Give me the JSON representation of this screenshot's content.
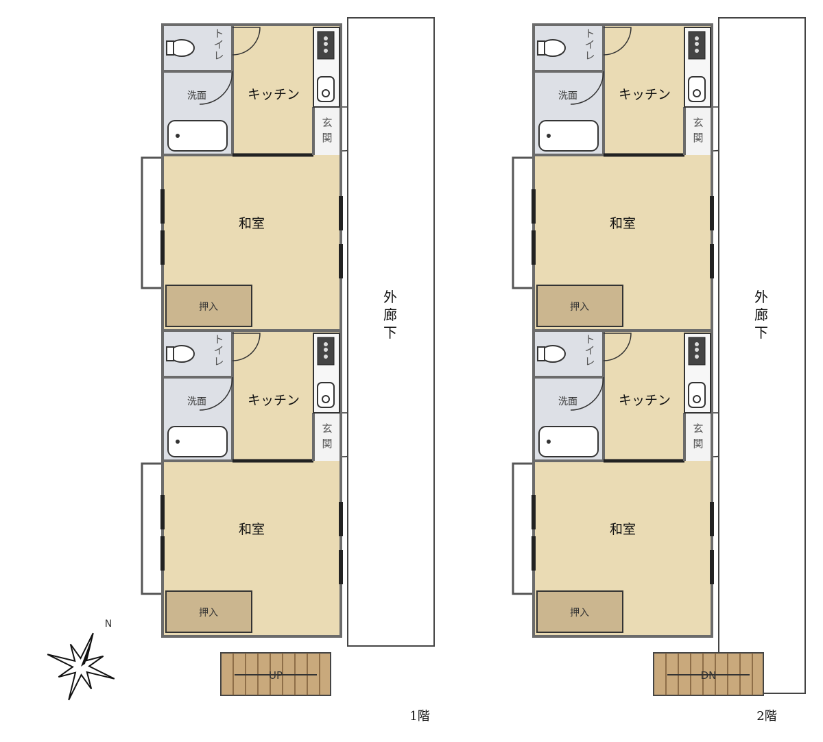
{
  "colors": {
    "room": "#eadbb4",
    "wet": "#dde0e6",
    "closet": "#cbb68f",
    "wall": "#6b6b6b",
    "stairs": "#c9a97c"
  },
  "labels": {
    "kitchen": "キッチン",
    "washroom": "洗面",
    "toilet": "トイレ",
    "entrance": "玄関",
    "washitsu": "和室",
    "closet": "押入",
    "corridor": "外廊下",
    "up": "UP",
    "dn": "DN",
    "north": "N"
  },
  "floors": [
    {
      "label": "1階",
      "stairs": "UP"
    },
    {
      "label": "2階",
      "stairs": "DN"
    }
  ]
}
